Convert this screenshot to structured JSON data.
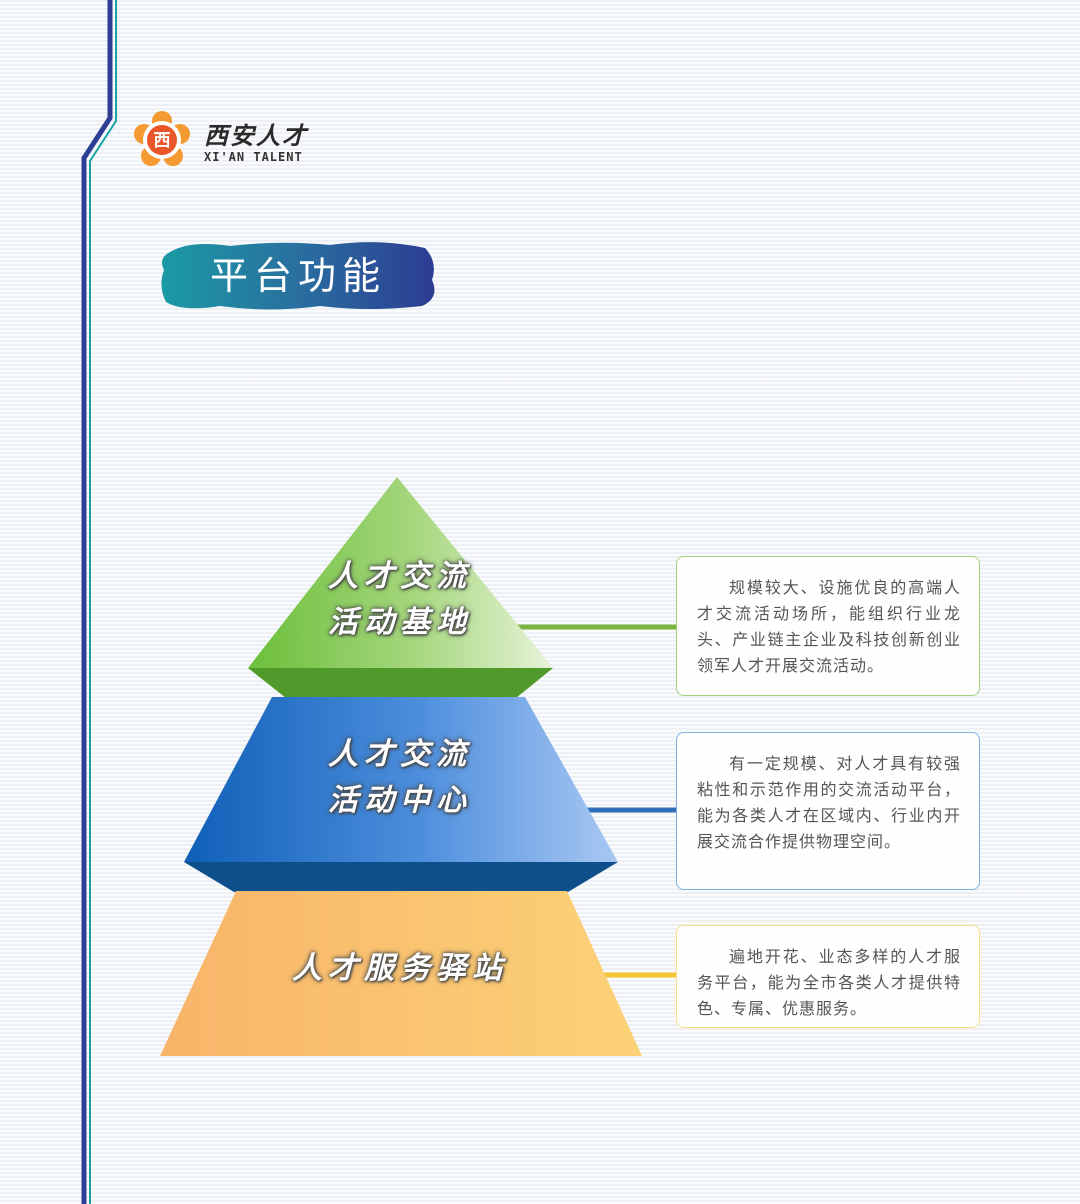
{
  "logo": {
    "name_cn": "西安人才",
    "name_en": "XI'AN TALENT",
    "emblem_glyph": "西",
    "icon": "xian-talent-flower-emblem"
  },
  "section_title": "平台功能",
  "pyramid": {
    "tiers": [
      {
        "label_lines": [
          "人才交流",
          "活动基地"
        ],
        "description": "规模较大、设施优良的高端人才交流活动场所，能组织行业龙头、产业链主企业及科技创新创业领军人才开展交流活动。",
        "color": "#7cc34a",
        "line_color": "#7cb342",
        "border_color": "#9ed37c"
      },
      {
        "label_lines": [
          "人才交流",
          "活动中心"
        ],
        "description": "有一定规模、对人才具有较强粘性和示范作用的交流活动平台，能为各类人才在区域内、行业内开展交流合作提供物理空间。",
        "color": "#2f75c8",
        "line_color": "#2f6fba",
        "border_color": "#7fb0e3"
      },
      {
        "label_lines": [
          "人才服务驿站"
        ],
        "description": "遍地开花、业态多样的人才服务平台，能为全市各类人才提供特色、专属、优惠服务。",
        "color": "#fbc86e",
        "line_color": "#f7c531",
        "border_color": "#f5e08a"
      }
    ]
  },
  "colors": {
    "accent_blue": "#2d3f95",
    "accent_teal": "#1aa2a8"
  }
}
